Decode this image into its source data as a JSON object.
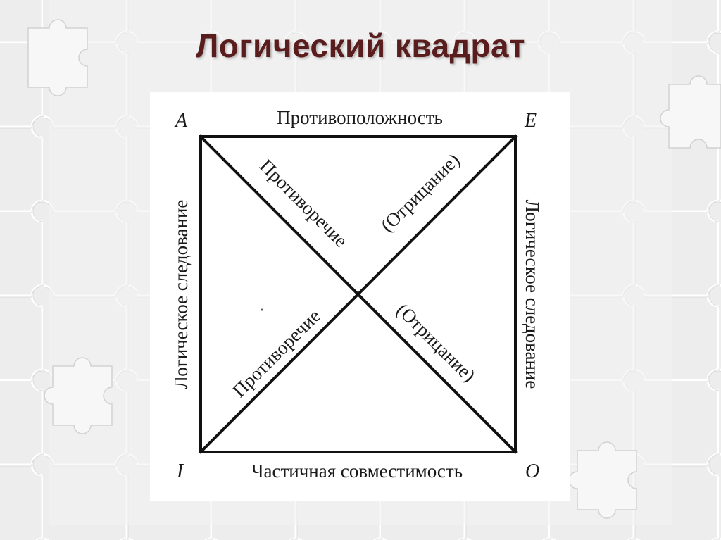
{
  "slide": {
    "title": "Логический квадрат"
  },
  "diagram": {
    "corners": {
      "top_left": "A",
      "top_right": "E",
      "bottom_left": "I",
      "bottom_right": "O"
    },
    "sides": {
      "top": "Противоположность",
      "bottom": "Частичная совместимость",
      "left": "Логическое следование",
      "right": "Логическое следование"
    },
    "diagonals": {
      "upper_left": "Противоречие",
      "upper_right": "(Отрицание)",
      "lower_left": "Противоречие",
      "lower_right": "(Отрицание)"
    }
  },
  "colors": {
    "title": "#5a1d1d",
    "background": "#eeeeee",
    "panel": "#ffffff",
    "lines": "#111111"
  }
}
